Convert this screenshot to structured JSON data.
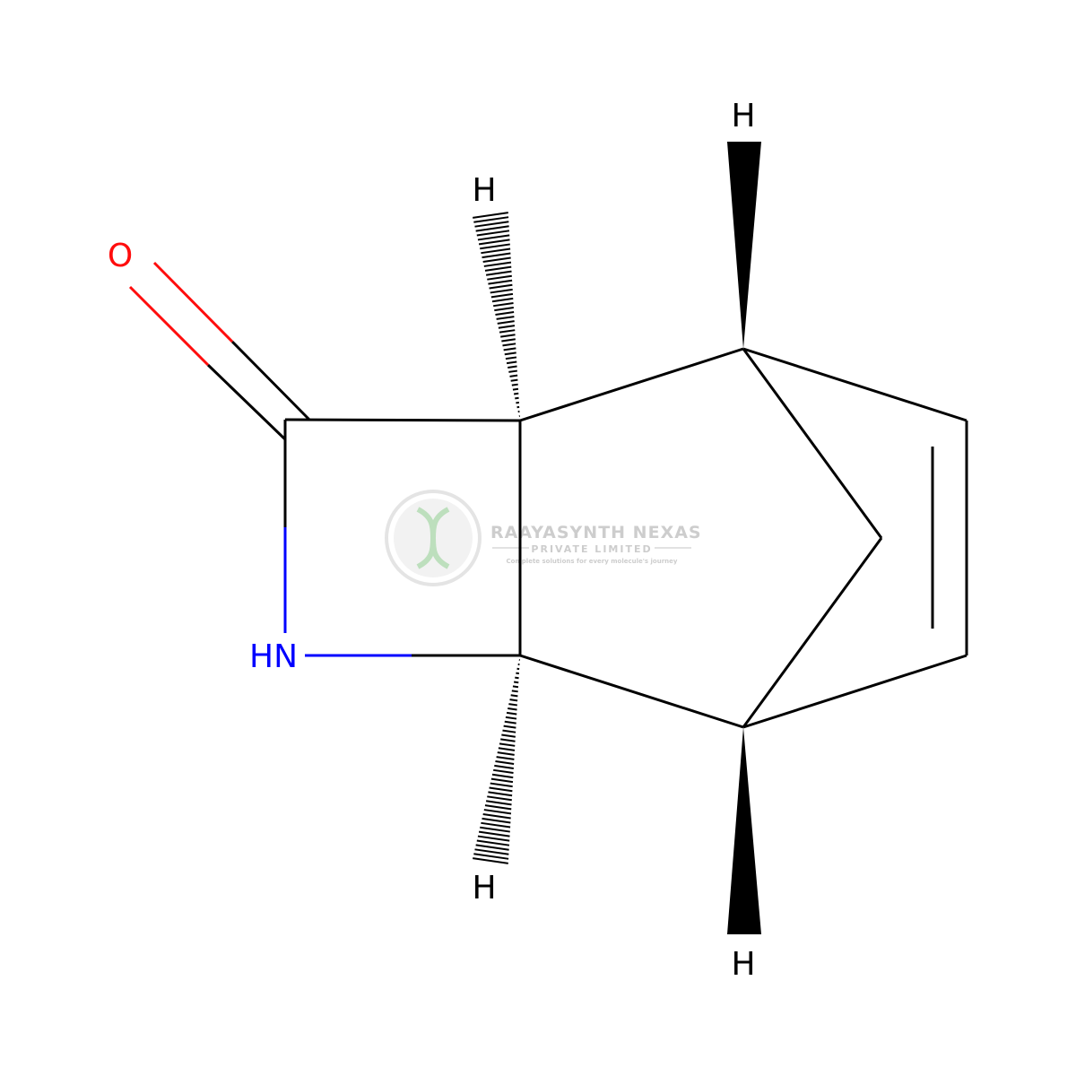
{
  "atoms": {
    "oxygen": "O",
    "nitrogen": "HN",
    "hydrogen_top_left": "H",
    "hydrogen_top_right": "H",
    "hydrogen_bottom_left": "H",
    "hydrogen_bottom_right": "H"
  },
  "watermark": {
    "name": "RAAYASYNTH NEXAS",
    "subtitle": "PRIVATE LIMITED",
    "tagline": "Complete solutions for every molecule's journey"
  },
  "colors": {
    "bond": "#000000",
    "oxygen": "#ff0d0d",
    "nitrogen": "#0000ff",
    "hydrogen": "#000000",
    "watermark": "#c8c8c8",
    "watermark_accent": "#b6dcb6"
  }
}
